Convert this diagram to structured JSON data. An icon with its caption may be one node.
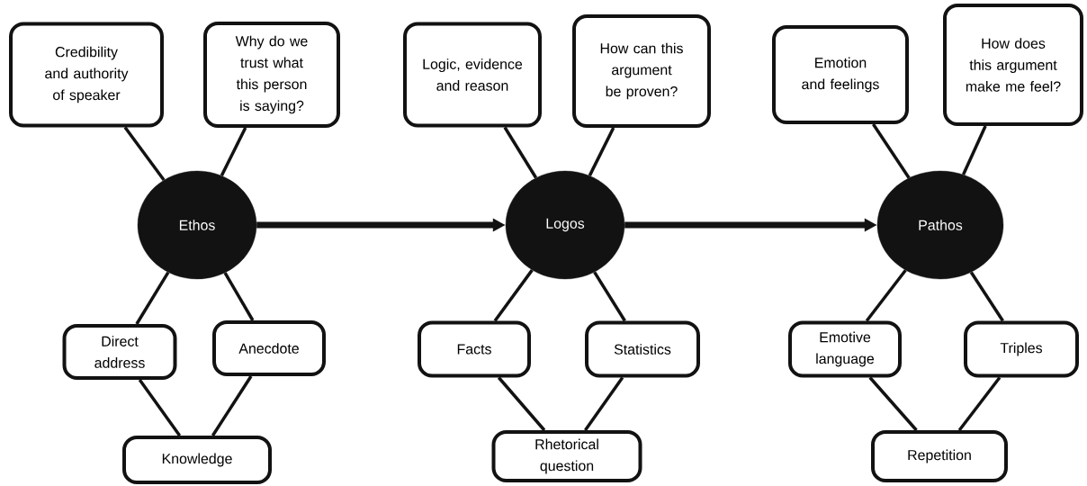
{
  "diagram": {
    "nodes": [
      {
        "text": [
          "Credibility and authority of speaker"
        ]
      },
      {
        "text": [
          "Why do we trust what this person is saying?"
        ]
      },
      {
        "text": [
          "Ethos"
        ]
      },
      {
        "text": [
          "Direct address"
        ]
      },
      {
        "text": [
          "Anecdote"
        ]
      },
      {
        "text": [
          "Knowledge"
        ]
      },
      {
        "text": [
          "Logic, evidence and reason"
        ]
      },
      {
        "text": [
          "How can this argument be proven?"
        ]
      },
      {
        "text": [
          "Logos"
        ]
      },
      {
        "text": [
          "Facts"
        ]
      },
      {
        "text": [
          "Statistics"
        ]
      },
      {
        "text": [
          "Rhetorical question"
        ]
      },
      {
        "text": [
          "Emotion and feelings"
        ]
      },
      {
        "text": [
          "How does this argument make me feel?"
        ]
      },
      {
        "text": [
          "Pathos"
        ]
      },
      {
        "text": [
          "Emotive language"
        ]
      },
      {
        "text": [
          "Triples"
        ]
      },
      {
        "text": [
          "Repetition"
        ]
      }
    ],
    "edges": [
      {
        "from": 2,
        "to": 0,
        "arrow": "none"
      },
      {
        "from": 2,
        "to": 1,
        "arrow": "none"
      },
      {
        "from": 2,
        "to": 3,
        "arrow": "none"
      },
      {
        "from": 2,
        "to": 4,
        "arrow": "none"
      },
      {
        "from": 3,
        "to": 5,
        "arrow": "none"
      },
      {
        "from": 4,
        "to": 5,
        "arrow": "none"
      },
      {
        "from": 2,
        "to": 8,
        "arrow": "to",
        "style": "thick"
      },
      {
        "from": 8,
        "to": 6,
        "arrow": "none"
      },
      {
        "from": 8,
        "to": 7,
        "arrow": "none"
      },
      {
        "from": 8,
        "to": 9,
        "arrow": "none"
      },
      {
        "from": 8,
        "to": 10,
        "arrow": "none"
      },
      {
        "from": 9,
        "to": 11,
        "arrow": "none"
      },
      {
        "from": 10,
        "to": 11,
        "arrow": "none"
      },
      {
        "from": 8,
        "to": 14,
        "arrow": "to",
        "style": "thick"
      },
      {
        "from": 14,
        "to": 12,
        "arrow": "none"
      },
      {
        "from": 14,
        "to": 13,
        "arrow": "none"
      },
      {
        "from": 14,
        "to": 15,
        "arrow": "none"
      },
      {
        "from": 14,
        "to": 16,
        "arrow": "none"
      },
      {
        "from": 15,
        "to": 17,
        "arrow": "none"
      },
      {
        "from": 16,
        "to": 17,
        "arrow": "none"
      }
    ]
  }
}
